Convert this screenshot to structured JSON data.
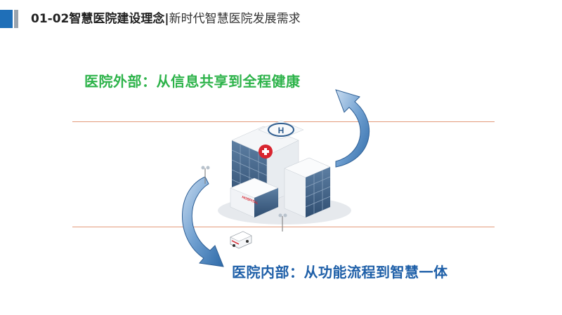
{
  "header": {
    "title_bold": "01-02智慧医院建设理念|",
    "title_light": "新时代智慧医院发展需求"
  },
  "captions": {
    "external": "医院外部：从信息共享到全程健康",
    "internal": "医院内部：从功能流程到智慧一体"
  },
  "illustration": {
    "hospital_sign": "HOSPITAL",
    "helipad_letter": "H"
  },
  "colors": {
    "brand_blue": "#1f6fb8",
    "external_green": "#2db34a",
    "internal_blue": "#1e5fa8",
    "divider_orange": "#e39a7a"
  }
}
